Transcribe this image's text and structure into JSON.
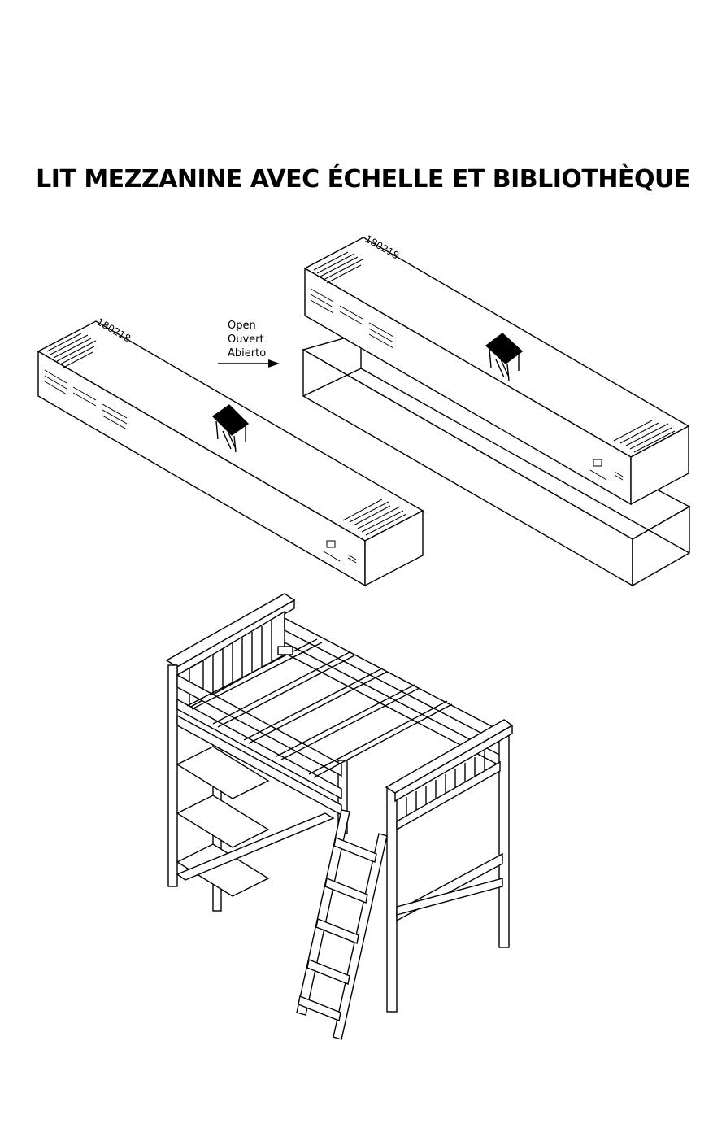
{
  "document": {
    "title": "LIT MEZZANINE AVEC ÉCHELLE ET BIBLIOTHÈQUE",
    "box_code_closed": "180218",
    "box_code_open": "180218",
    "open_labels": [
      "Open",
      "Ouvert",
      "Abierto"
    ]
  }
}
